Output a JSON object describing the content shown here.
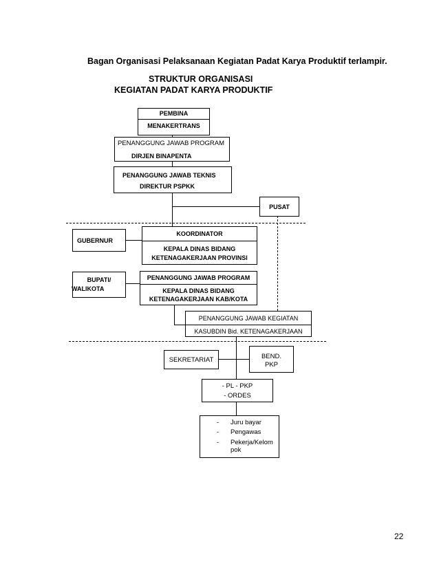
{
  "intro": "Bagan Organisasi Pelaksanaan Kegiatan Padat Karya Produktif terlampir.",
  "title_line1": "STRUKTUR ORGANISASI",
  "title_line2": "KEGIATAN PADAT KARYA PRODUKTIF",
  "pembina": {
    "role": "PEMBINA",
    "name": "MENAKERTRANS"
  },
  "pj_program": {
    "role": "PENANGGUNG JAWAB PROGRAM",
    "name": "DIRJEN   BINAPENTA"
  },
  "pj_teknis": {
    "role": "PENANGGUNG JAWAB TEKNIS",
    "name": "DIREKTUR PSPKK"
  },
  "pusat": "PUSAT",
  "koordinator": {
    "role": "KOORDINATOR",
    "name_line1": "KEPALA DINAS BIDANG",
    "name_line2": "KETENAGAKERJAAN PROVINSI"
  },
  "gubernur": "GUBERNUR",
  "bupati_line1": "BUPATI/",
  "bupati_line2": "WALIKOTA",
  "pj_program_kab": {
    "role": "PENANGGUNG JAWAB PROGRAM",
    "name_line1": "KEPALA DINAS BIDANG",
    "name_line2": "KETENAGAKERJAAN KAB/KOTA"
  },
  "pj_kegiatan": {
    "role": "PENANGGUNG JAWAB KEGIATAN",
    "name": "KASUBDIN Bid. KETENAGAKERJAAN"
  },
  "sekretariat": "SEKRETARIAT",
  "bend_line1": "BEND.",
  "bend_line2": "PKP",
  "plpkp": {
    "item1": "-  PL - PKP",
    "item2": "-  ORDES"
  },
  "workers": {
    "bullet": "-",
    "item1": "Juru bayar",
    "item2": "Pengawas",
    "item3_line1": "Pekerja/Kelom",
    "item3_line2": "pok"
  },
  "page_number": "22"
}
